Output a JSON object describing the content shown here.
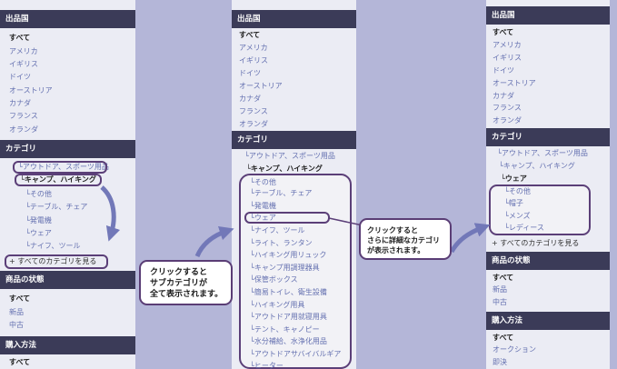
{
  "colors": {
    "header_bg": "#3b3b58",
    "link": "#6470b0",
    "accent_outline": "#5b3f78",
    "background": "#b4b6d8",
    "panel_bg": "#ebecf4"
  },
  "panel1": {
    "country_header": "出品国",
    "countries": [
      "すべて",
      "アメリカ",
      "イギリス",
      "ドイツ",
      "オーストリア",
      "カナダ",
      "フランス",
      "オランダ"
    ],
    "category_header": "カテゴリ",
    "categories": [
      "アウトドア、スポーツ用品",
      "キャンプ、ハイキング",
      "その他",
      "テーブル、チェア",
      "発電機",
      "ウェア",
      "ナイフ、ツール"
    ],
    "show_all": "+ すべてのカテゴリを見る",
    "condition_header": "商品の状態",
    "conditions": [
      "すべて",
      "新品",
      "中古"
    ],
    "purchase_header": "購入方法",
    "purchase": [
      "すべて"
    ]
  },
  "panel2": {
    "country_header": "出品国",
    "countries": [
      "すべて",
      "アメリカ",
      "イギリス",
      "ドイツ",
      "オーストリア",
      "カナダ",
      "フランス",
      "オランダ"
    ],
    "category_header": "カテゴリ",
    "categories": [
      "アウトドア、スポーツ用品",
      "キャンプ、ハイキング"
    ],
    "subcategories": [
      "その他",
      "テーブル、チェア",
      "発電機",
      "ウェア",
      "ナイフ、ツール",
      "ライト、ランタン",
      "ハイキング用リュック",
      "キャンプ用調理器具",
      "保管ボックス",
      "簡易トイレ、衛生設備",
      "ハイキング用具",
      "アウトドア用就寝用具",
      "テント、キャノピー",
      "水分補給、水浄化用品",
      "アウトドアサバイバルギア",
      "ヒーター"
    ]
  },
  "panel3": {
    "country_header": "出品国",
    "countries": [
      "すべて",
      "アメリカ",
      "イギリス",
      "ドイツ",
      "オーストリア",
      "カナダ",
      "フランス",
      "オランダ"
    ],
    "category_header": "カテゴリ",
    "categories": [
      "アウトドア、スポーツ用品",
      "キャンプ、ハイキング",
      "ウェア"
    ],
    "subcategories": [
      "その他",
      "帽子",
      "メンズ",
      "レディース"
    ],
    "show_all": "+ すべてのカテゴリを見る",
    "condition_header": "商品の状態",
    "conditions": [
      "すべて",
      "新品",
      "中古"
    ],
    "purchase_header": "購入方法",
    "purchase": [
      "すべて",
      "オークション",
      "即決"
    ]
  },
  "callout1": [
    "クリックすると",
    "サブカテゴリが",
    "全て表示されます。"
  ],
  "callout2": [
    "クリックすると",
    "さらに詳細なカテゴリ",
    "が表示されます。"
  ]
}
